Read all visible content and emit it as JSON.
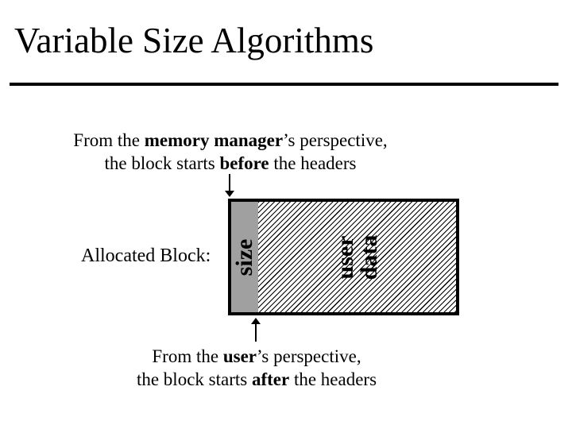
{
  "title": "Variable Size Algorithms",
  "top_caption": {
    "pre1": "From the ",
    "bold1": "memory manager",
    "post1": "’s perspective,",
    "pre2": "the block starts ",
    "bold2": "before",
    "post2": " the headers"
  },
  "diagram": {
    "label": "Allocated Block:",
    "size_label": "size",
    "data_label_line1": "user",
    "data_label_line2": "data"
  },
  "bottom_caption": {
    "pre1": "From the ",
    "bold1": "user",
    "post1": "’s perspective,",
    "pre2": "the block starts ",
    "bold2": "after",
    "post2": " the headers"
  },
  "colors": {
    "header_gray": "#a0a0a0",
    "text": "#000000",
    "background": "#ffffff"
  }
}
